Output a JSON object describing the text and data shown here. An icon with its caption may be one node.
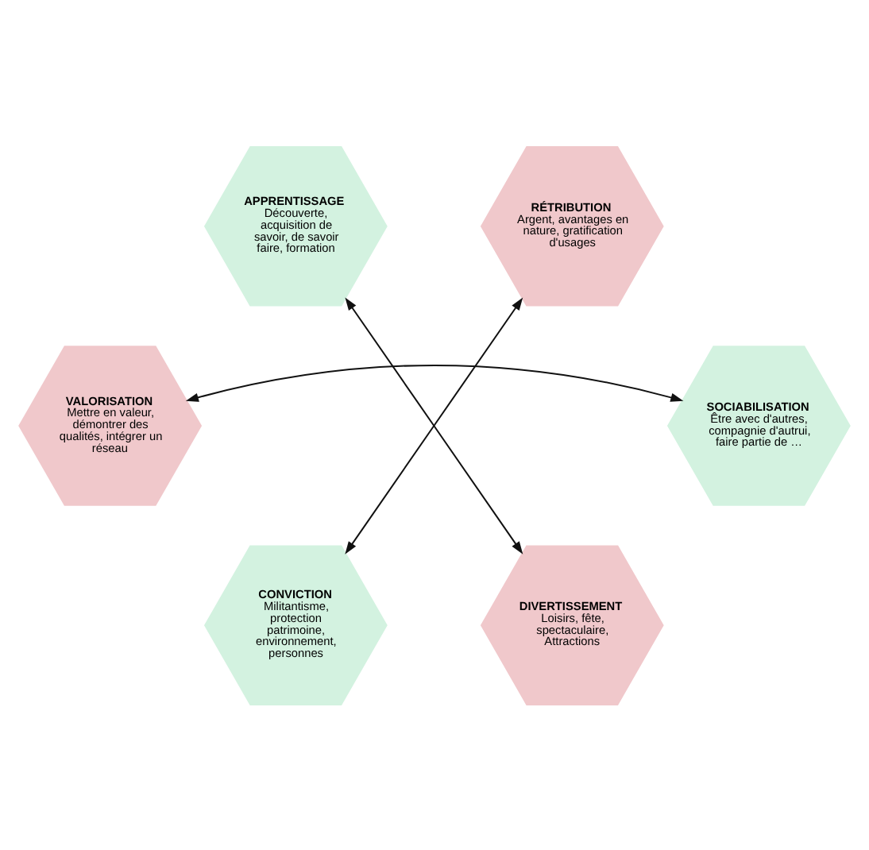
{
  "diagram": {
    "nodes": [
      {
        "text": [
          "APPRENTISSAGE",
          "Découverte, acquisition de savoir, de savoir faire, formation"
        ]
      },
      {
        "text": [
          "RÉTRIBUTION",
          "Argent, avantages en nature, gratification d'usages"
        ]
      },
      {
        "text": [
          "VALORISATION",
          "Mettre en valeur, démontrer des qualités, intégrer un réseau"
        ]
      },
      {
        "text": [
          "SOCIABILISATION",
          "Être avec d'autres, compagnie d'autrui, faire partie de …"
        ]
      },
      {
        "text": [
          "CONVICTION",
          "Militantisme, protection patrimoine, environnement, personnes"
        ]
      },
      {
        "text": [
          "DIVERTISSEMENT",
          "Loisirs, fête, spectaculaire, Attractions"
        ]
      }
    ],
    "edges": [
      {
        "from": 0,
        "to": 5,
        "arrow": "both"
      },
      {
        "from": 1,
        "to": 4,
        "arrow": "both"
      },
      {
        "from": 2,
        "to": 3,
        "arrow": "both"
      }
    ]
  }
}
